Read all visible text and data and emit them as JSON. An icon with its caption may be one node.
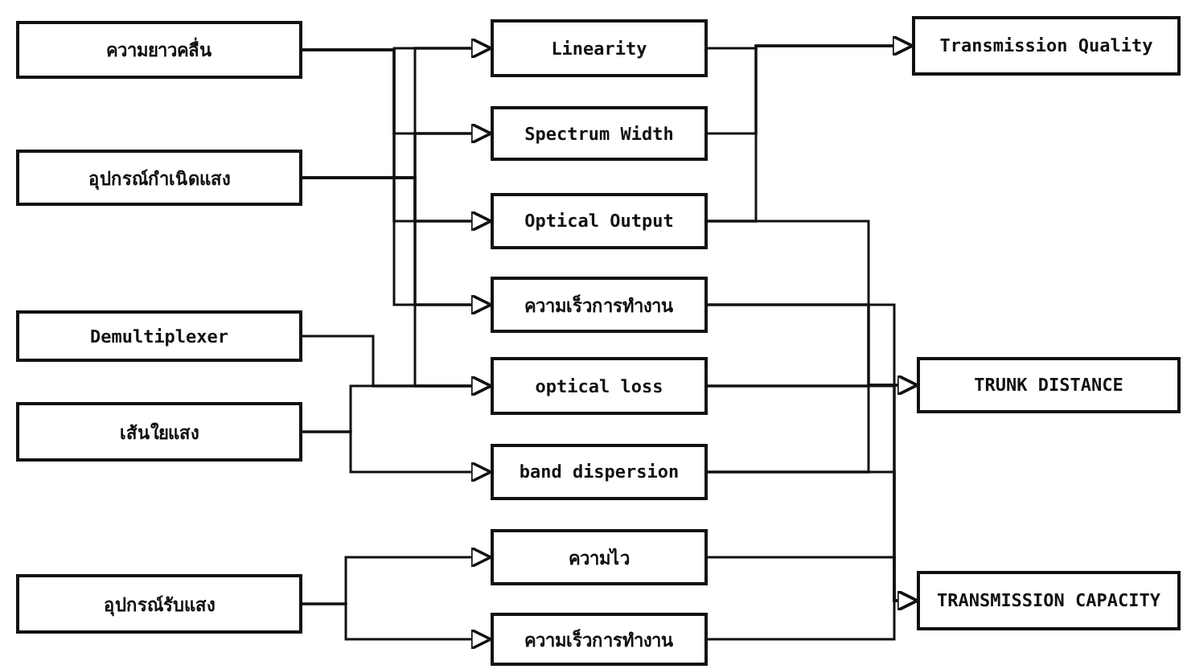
{
  "diagram": {
    "nodes": [
      {
        "text": [
          "ความยาวคลื่น"
        ]
      },
      {
        "text": [
          "อุปกรณ์กำเนิดแสง"
        ]
      },
      {
        "text": [
          "Demultiplexer"
        ]
      },
      {
        "text": [
          "เส้นใยแสง"
        ]
      },
      {
        "text": [
          "อุปกรณ์รับแสง"
        ]
      },
      {
        "text": [
          "Linearity"
        ]
      },
      {
        "text": [
          "Spectrum Width"
        ]
      },
      {
        "text": [
          "Optical Output"
        ]
      },
      {
        "text": [
          "ความเร็วการทำงาน"
        ]
      },
      {
        "text": [
          "optical loss"
        ]
      },
      {
        "text": [
          "band dispersion"
        ]
      },
      {
        "text": [
          "ความไว"
        ]
      },
      {
        "text": [
          "ความเร็วการทำงาน"
        ]
      },
      {
        "text": [
          "Transmission Quality"
        ]
      },
      {
        "text": [
          "TRUNK DISTANCE"
        ]
      },
      {
        "text": [
          "TRANSMISSION CAPACITY"
        ]
      }
    ],
    "edges": [
      {
        "from": 0,
        "to": 5,
        "arrow": "to"
      },
      {
        "from": 0,
        "to": 6,
        "arrow": "to"
      },
      {
        "from": 0,
        "to": 7,
        "arrow": "to"
      },
      {
        "from": 0,
        "to": 8,
        "arrow": "to"
      },
      {
        "from": 1,
        "to": 5,
        "arrow": "to"
      },
      {
        "from": 1,
        "to": 6,
        "arrow": "to"
      },
      {
        "from": 1,
        "to": 7,
        "arrow": "to"
      },
      {
        "from": 1,
        "to": 8,
        "arrow": "to"
      },
      {
        "from": 1,
        "to": 9,
        "arrow": "to"
      },
      {
        "from": 2,
        "to": 9,
        "arrow": "to"
      },
      {
        "from": 3,
        "to": 9,
        "arrow": "to"
      },
      {
        "from": 3,
        "to": 10,
        "arrow": "to"
      },
      {
        "from": 4,
        "to": 11,
        "arrow": "to"
      },
      {
        "from": 4,
        "to": 12,
        "arrow": "to"
      },
      {
        "from": 5,
        "to": 13,
        "arrow": "to"
      },
      {
        "from": 6,
        "to": 13,
        "arrow": "to"
      },
      {
        "from": 7,
        "to": 13,
        "arrow": "to"
      },
      {
        "from": 7,
        "to": 14,
        "arrow": "to"
      },
      {
        "from": 8,
        "to": 14,
        "arrow": "to"
      },
      {
        "from": 9,
        "to": 14,
        "arrow": "to"
      },
      {
        "from": 10,
        "to": 14,
        "arrow": "to"
      },
      {
        "from": 8,
        "to": 15,
        "arrow": "to"
      },
      {
        "from": 9,
        "to": 15,
        "arrow": "to"
      },
      {
        "from": 10,
        "to": 15,
        "arrow": "to"
      },
      {
        "from": 11,
        "to": 15,
        "arrow": "to"
      },
      {
        "from": 12,
        "to": 15,
        "arrow": "to"
      }
    ]
  }
}
